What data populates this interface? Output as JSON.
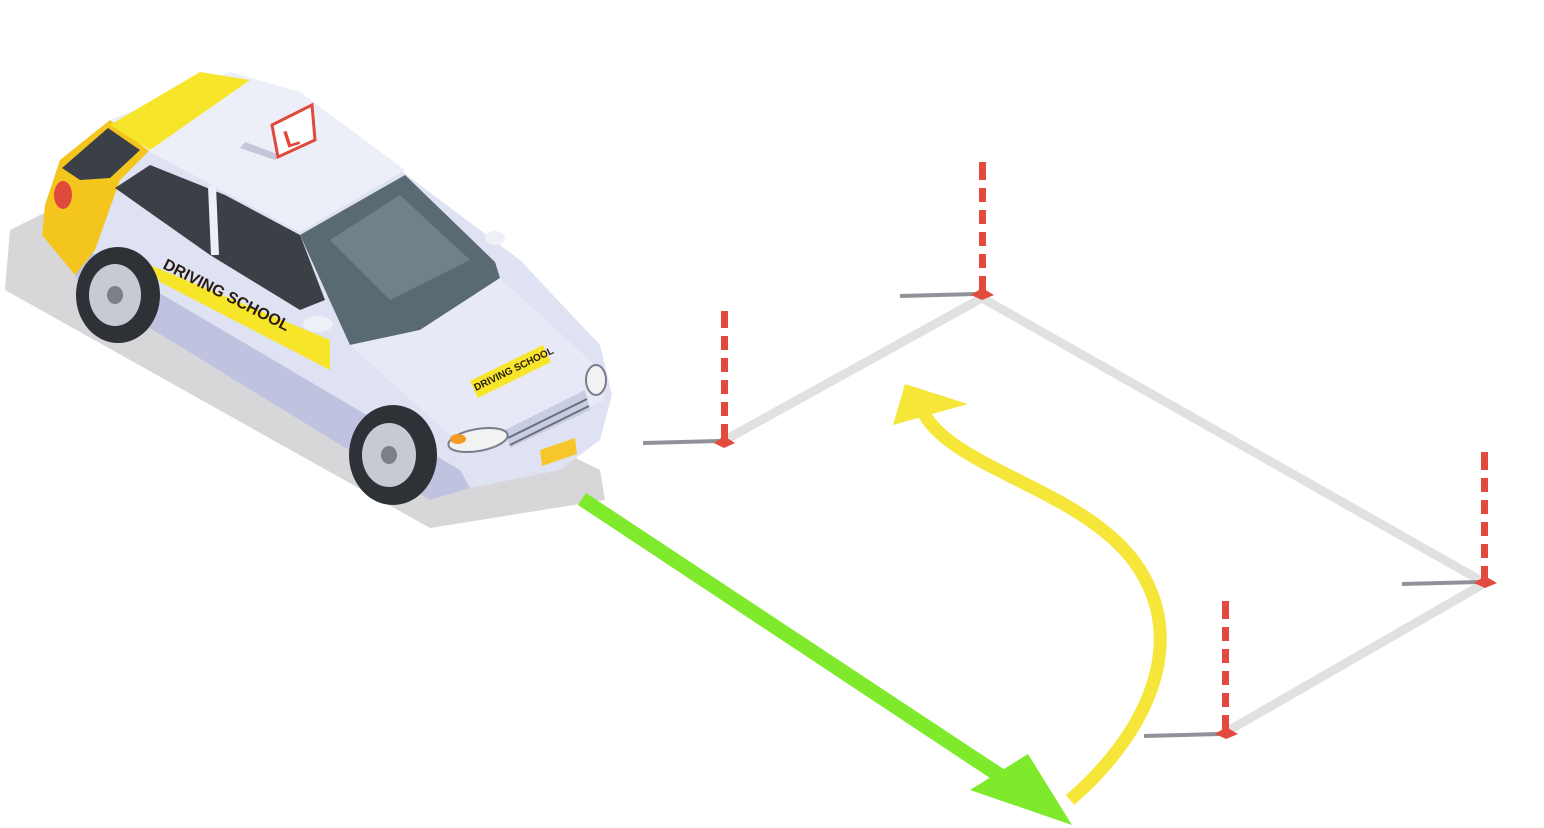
{
  "car": {
    "door_text": "DRIVING SCHOOL",
    "hood_text": "DRIVING SCHOOL",
    "sign_letter": "L"
  },
  "colors": {
    "car_body": "#dfe2f2",
    "car_yellow": "#f7e52a",
    "window_dark": "#3b4046",
    "shadow": "#d7d7da",
    "sign_red": "#e04a3c",
    "parking_line": "#e1e1e1",
    "cone_red": "#e14a3c",
    "arrow_green": "#7fea2b",
    "arrow_yellow": "#f7e63a"
  },
  "scene": {
    "cone_count": 4,
    "arrows": [
      "green-straight-arrow",
      "yellow-curved-arrow"
    ]
  }
}
